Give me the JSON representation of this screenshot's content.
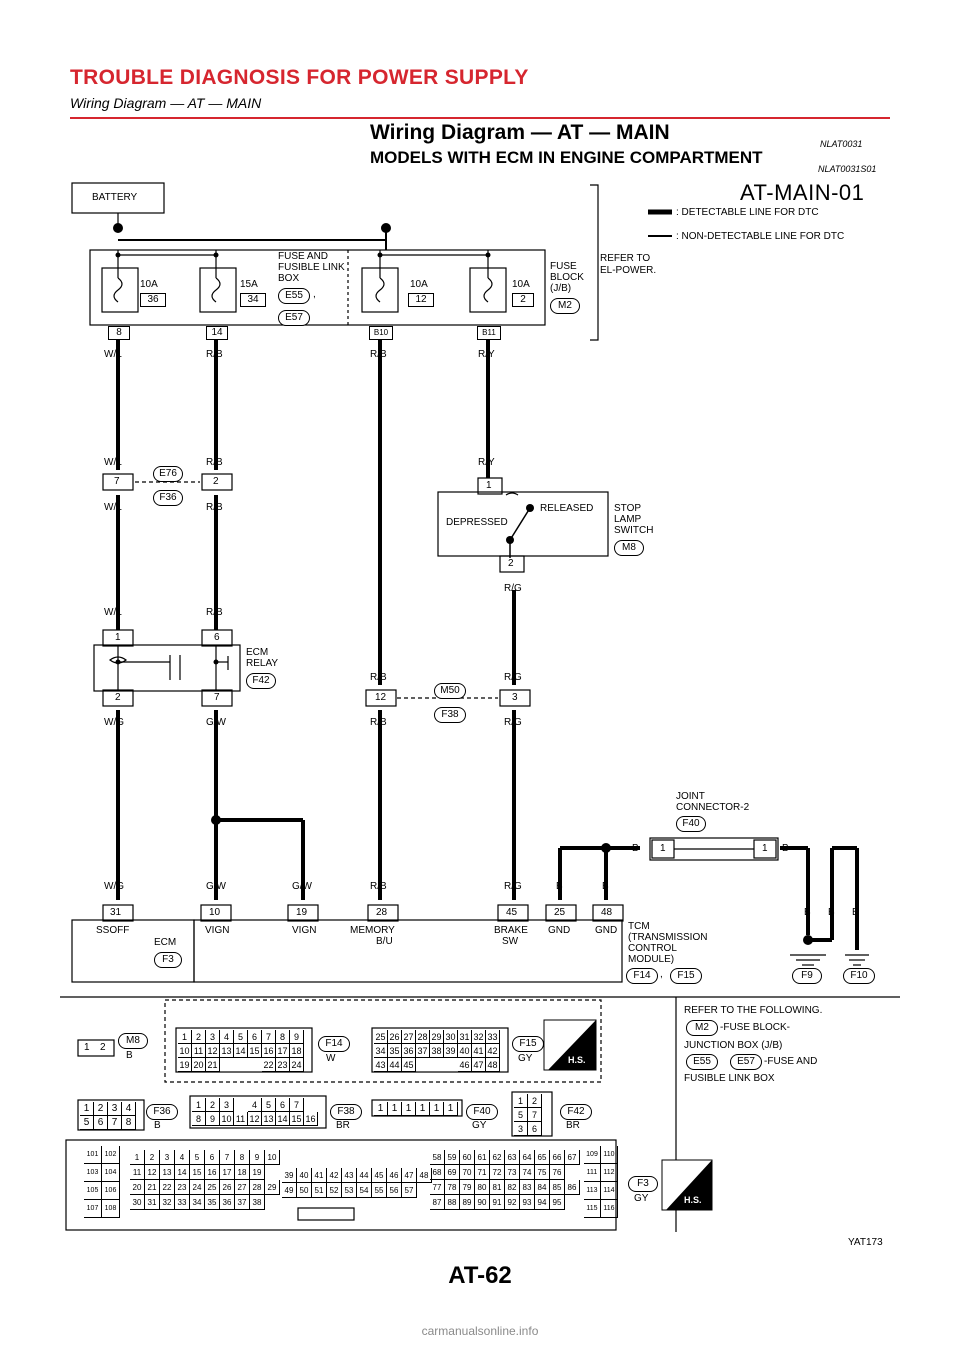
{
  "header": {
    "title": "TROUBLE DIAGNOSIS FOR POWER SUPPLY",
    "subtitle": "Wiring Diagram — AT — MAIN"
  },
  "page": {
    "title": "Wiring Diagram — AT — MAIN",
    "code": "NLAT0031",
    "section_title": "MODELS WITH ECM IN ENGINE COMPARTMENT",
    "section_code": "NLAT0031S01",
    "page_number": "AT-62",
    "figure_id": "YAT173",
    "watermark": "carmanualsonline.info"
  },
  "diagram": {
    "id": "AT-MAIN-01",
    "battery": "BATTERY",
    "legend": {
      "detectable": ": DETECTABLE LINE FOR DTC",
      "non_detectable": ": NON-DETECTABLE LINE FOR DTC"
    },
    "refer_power": [
      "REFER TO",
      "EL-POWER."
    ],
    "fuse_link_box": {
      "label": [
        "FUSE AND",
        "FUSIBLE LINK",
        "BOX"
      ],
      "conn_a": "E55",
      "conn_b": "E57",
      "comma": ",",
      "fuse1": {
        "amp": "10A",
        "num": "36",
        "pin": "8"
      },
      "fuse2": {
        "amp": "15A",
        "num": "34",
        "pin": "14"
      }
    },
    "fuse_block": {
      "label": [
        "FUSE",
        "BLOCK",
        "(J/B)"
      ],
      "conn": "M2",
      "fuse1": {
        "amp": "10A",
        "num": "12",
        "pin": "B10"
      },
      "fuse2": {
        "amp": "10A",
        "num": "2",
        "pin": "B11"
      }
    },
    "wires": {
      "wl": "W/L",
      "rb": "R/B",
      "ry": "R/Y",
      "rg": "R/G",
      "wg": "W/G",
      "gw": "G/W",
      "b": "B"
    },
    "conn_e76": {
      "top": "E76",
      "bottom": "F36",
      "pin_a": "7",
      "pin_b": "2"
    },
    "stop_lamp": {
      "label": [
        "STOP",
        "LAMP",
        "SWITCH"
      ],
      "conn": "M8",
      "depressed": "DEPRESSED",
      "released": "RELEASED",
      "pin_top": "1",
      "pin_bottom": "2"
    },
    "ecm_relay": {
      "label": [
        "ECM",
        "RELAY"
      ],
      "conn": "F42",
      "pin1": "1",
      "pin6": "6",
      "pin2": "2",
      "pin7": "7"
    },
    "conn_m50": {
      "top": "M50",
      "bottom": "F38",
      "pin_a": "12",
      "pin_b": "3"
    },
    "joint": {
      "label": [
        "JOINT",
        "CONNECTOR-2"
      ],
      "conn": "F40",
      "pin_a": "1",
      "pin_b": "1"
    },
    "ecm": {
      "label": "ECM",
      "conn": "F3",
      "pin": "31",
      "name": "SSOFF"
    },
    "tcm": {
      "label": [
        "TCM",
        "(TRANSMISSION",
        "CONTROL",
        "MODULE)"
      ],
      "conn_a": "F14",
      "conn_b": "F15",
      "pins": [
        {
          "num": "10",
          "name": "VIGN",
          "name2": ""
        },
        {
          "num": "19",
          "name": "VIGN",
          "name2": ""
        },
        {
          "num": "28",
          "name": "MEMORY",
          "name2": "B/U"
        },
        {
          "num": "45",
          "name": "BRAKE",
          "name2": "SW"
        },
        {
          "num": "25",
          "name": "GND",
          "name2": ""
        },
        {
          "num": "48",
          "name": "GND",
          "name2": ""
        }
      ]
    },
    "grounds": {
      "f9": "F9",
      "f10": "F10"
    }
  },
  "connectors": {
    "refer": [
      "REFER TO THE FOLLOWING.",
      "-FUSE BLOCK-",
      "JUNCTION BOX (J/B)",
      "-FUSE AND",
      "FUSIBLE LINK BOX"
    ],
    "refer_conns": [
      "M2",
      "E55",
      "E57"
    ],
    "hs": "H.S.",
    "items": [
      {
        "id": "M8",
        "color": "B"
      },
      {
        "id": "F14",
        "color": "W"
      },
      {
        "id": "F15",
        "color": "GY"
      },
      {
        "id": "F36",
        "color": "B"
      },
      {
        "id": "F38",
        "color": "BR"
      },
      {
        "id": "F40",
        "color": "GY"
      },
      {
        "id": "F42",
        "color": "BR"
      },
      {
        "id": "F3",
        "color": "GY"
      }
    ],
    "m8_pins": [
      "1",
      "2"
    ],
    "f14_rows": [
      [
        "1",
        "2",
        "3",
        "4",
        "5",
        "6",
        "7",
        "8",
        "9"
      ],
      [
        "10",
        "11",
        "12",
        "13",
        "14",
        "15",
        "16",
        "17",
        "18"
      ],
      [
        "19",
        "20",
        "21",
        "",
        "",
        "",
        "22",
        "23",
        "24"
      ]
    ],
    "f15_rows": [
      [
        "25",
        "26",
        "27",
        "28",
        "29",
        "30",
        "31",
        "32",
        "33"
      ],
      [
        "34",
        "35",
        "36",
        "37",
        "38",
        "39",
        "40",
        "41",
        "42"
      ],
      [
        "43",
        "44",
        "45",
        "",
        "",
        "",
        "46",
        "47",
        "48"
      ]
    ],
    "f36_rows": [
      [
        "1",
        "2",
        "3",
        "4"
      ],
      [
        "5",
        "6",
        "7",
        "8"
      ]
    ],
    "f38_rows": [
      [
        "1",
        "2",
        "3",
        "",
        "4",
        "5",
        "6",
        "7"
      ],
      [
        "8",
        "9",
        "10",
        "11",
        "12",
        "13",
        "14",
        "15",
        "16"
      ]
    ],
    "f40_pins": [
      "1",
      "1",
      "1",
      "1",
      "1",
      "1"
    ],
    "f42_pins": [
      "1",
      "2",
      "5",
      "7",
      "3",
      "6"
    ],
    "f3_left": [
      [
        "101",
        "102"
      ],
      [
        "103",
        "104"
      ],
      [
        "105",
        "106"
      ],
      [
        "107",
        "108"
      ]
    ],
    "f3_right": [
      [
        "109",
        "110"
      ],
      [
        "111",
        "112"
      ],
      [
        "113",
        "114"
      ],
      [
        "115",
        "116"
      ]
    ],
    "f3_rows": [
      [
        "1",
        "2",
        "3",
        "4",
        "5",
        "6",
        "7",
        "8",
        "9",
        "10"
      ],
      [
        "11",
        "12",
        "13",
        "14",
        "15",
        "16",
        "17",
        "18",
        "19"
      ],
      [
        "20",
        "21",
        "22",
        "23",
        "24",
        "25",
        "26",
        "27",
        "28",
        "29"
      ],
      [
        "30",
        "31",
        "32",
        "33",
        "34",
        "35",
        "36",
        "37",
        "38"
      ]
    ],
    "f3_mid": [
      [
        "39",
        "40",
        "41",
        "42",
        "43",
        "44",
        "45",
        "46",
        "47",
        "48"
      ],
      [
        "49",
        "50",
        "51",
        "52",
        "53",
        "54",
        "55",
        "56",
        "57"
      ]
    ],
    "f3_right_block": [
      [
        "58",
        "59",
        "60",
        "61",
        "62",
        "63",
        "64",
        "65",
        "66",
        "67"
      ],
      [
        "68",
        "69",
        "70",
        "71",
        "72",
        "73",
        "74",
        "75",
        "76"
      ],
      [
        "77",
        "78",
        "79",
        "80",
        "81",
        "82",
        "83",
        "84",
        "85",
        "86"
      ],
      [
        "87",
        "88",
        "89",
        "90",
        "91",
        "92",
        "93",
        "94",
        "95"
      ]
    ]
  }
}
